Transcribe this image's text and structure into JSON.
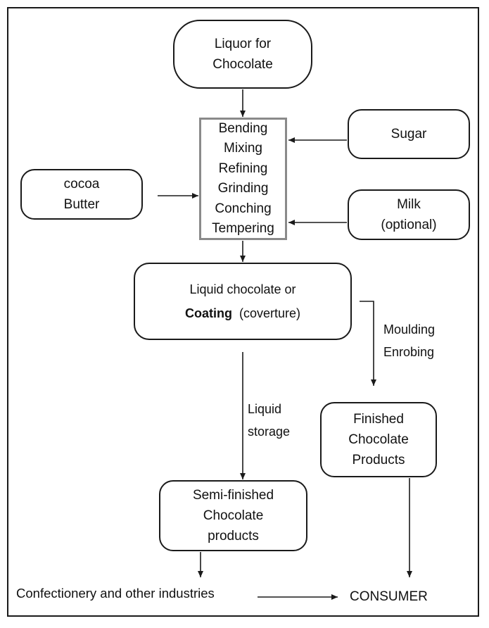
{
  "nodes": {
    "liquor": {
      "line1": "Liquor for",
      "line2": "Chocolate"
    },
    "sugar": {
      "label": "Sugar"
    },
    "cocoa_butter": {
      "line1": "cocoa",
      "line2": "Butter"
    },
    "milk": {
      "line1": "Milk",
      "line2": "(optional)"
    },
    "process": {
      "steps": [
        "Bending",
        "Mixing",
        "Refining",
        "Grinding",
        "Conching",
        "Tempering"
      ]
    },
    "liquid_chocolate": {
      "line1": "Liquid chocolate or",
      "bold": "Coating",
      "rest": "(coverture)"
    },
    "finished": {
      "line1": "Finished",
      "line2": "Chocolate",
      "line3": "Products"
    },
    "semi_finished": {
      "line1": "Semi-finished",
      "line2": "Chocolate",
      "line3": "products"
    }
  },
  "labels": {
    "moulding": "Moulding",
    "enrobing": "Enrobing",
    "liquid": "Liquid",
    "storage": "storage",
    "industries": "Confectionery and other industries",
    "consumer": "CONSUMER"
  }
}
